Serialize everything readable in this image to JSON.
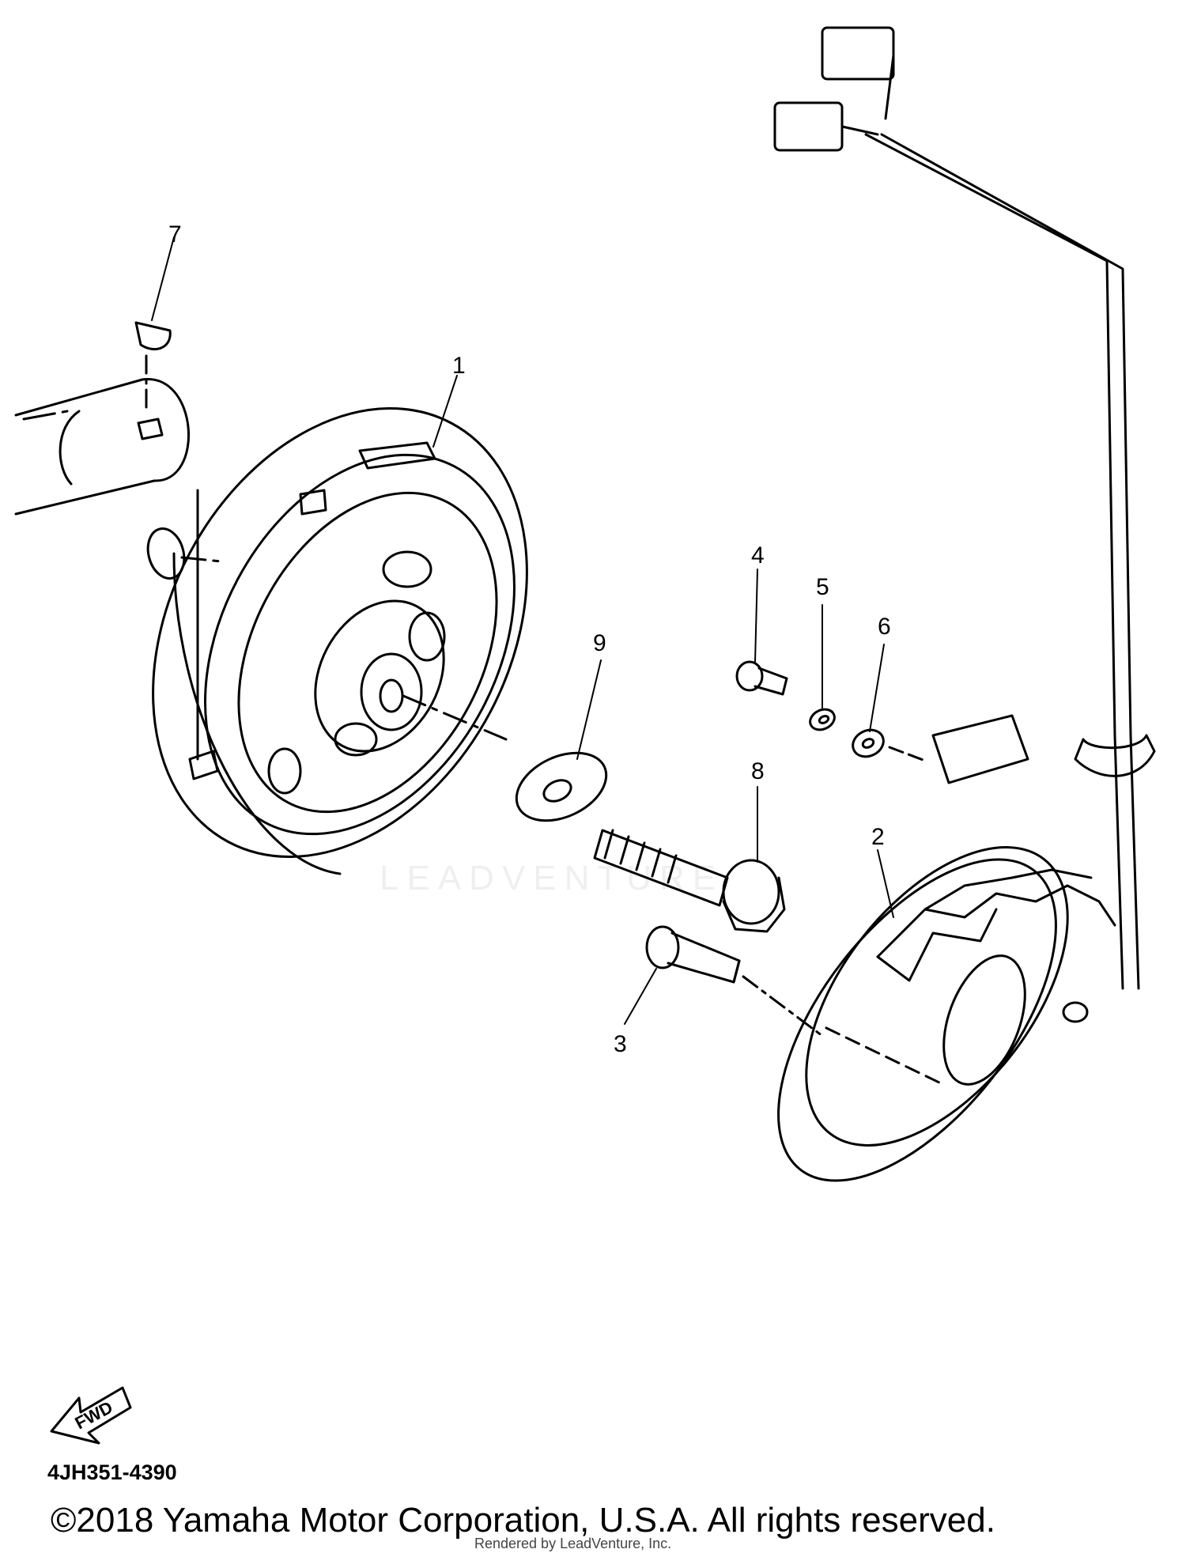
{
  "diagram": {
    "callouts": {
      "c1": "1",
      "c2": "2",
      "c3": "3",
      "c4": "4",
      "c5": "5",
      "c6": "6",
      "c7": "7",
      "c8": "8",
      "c9": "9"
    },
    "fwd_label": "FWD",
    "watermark": "LEADVENTURE",
    "part_code": "4JH351-4390"
  },
  "footer": {
    "copyright": "©2018 Yamaha Motor Corporation, U.S.A. All rights reserved.",
    "rendered_by": "Rendered by LeadVenture, Inc."
  }
}
